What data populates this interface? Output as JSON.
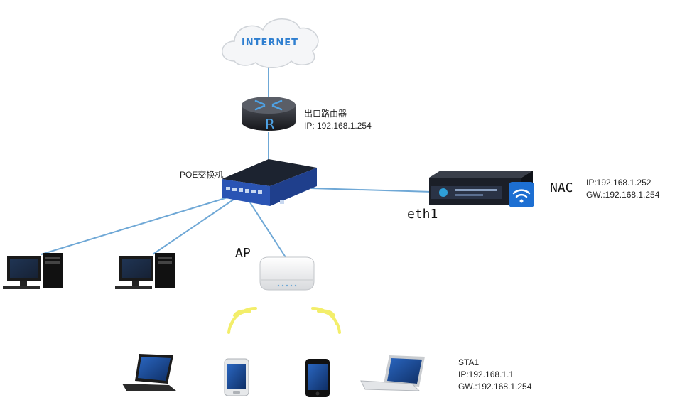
{
  "cloud": {
    "label": "INTERNET"
  },
  "router": {
    "symbol": "R",
    "name": "出口路由器",
    "ip": "IP: 192.168.1.254"
  },
  "switch": {
    "name": "POE交换机"
  },
  "nac": {
    "name": "NAC",
    "ip": "IP:192.168.1.252",
    "gw": "GW.:192.168.1.254",
    "port": "eth1"
  },
  "ap": {
    "name": "AP"
  },
  "sta1": {
    "name": "STA1",
    "ip": "IP:192.168.1.1",
    "gw": "GW.:192.168.1.254"
  },
  "colors": {
    "link": "#6fa8d6",
    "cloud_text": "#2f7fd0",
    "switch": "#2a54b4",
    "wifi": "#f3ee6a"
  }
}
